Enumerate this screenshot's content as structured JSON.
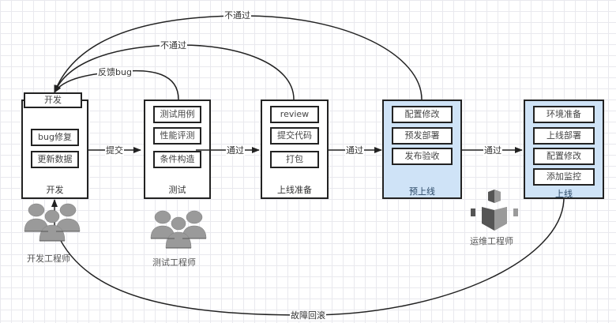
{
  "stages": [
    {
      "id": "dev",
      "title": "开发",
      "tab": "开发",
      "tasks": [
        "bug修复",
        "更新数据"
      ],
      "fill": "white"
    },
    {
      "id": "test",
      "title": "测试",
      "tasks": [
        "测试用例",
        "性能评测",
        "条件构造"
      ],
      "fill": "white"
    },
    {
      "id": "prep",
      "title": "上线准备",
      "tasks": [
        "review",
        "提交代码",
        "打包"
      ],
      "fill": "white"
    },
    {
      "id": "preprod",
      "title": "预上线",
      "tasks": [
        "配置修改",
        "预发部署",
        "发布验收"
      ],
      "fill": "blue"
    },
    {
      "id": "prod",
      "title": "上线",
      "tasks": [
        "环境准备",
        "上线部署",
        "配置修改",
        "添加监控"
      ],
      "fill": "blue"
    }
  ],
  "edges": {
    "dev_to_test": "提交",
    "test_to_prep": "通过",
    "prep_to_preprod": "通过",
    "preprod_to_prod": "通过",
    "test_feedback": "反馈bug",
    "prep_reject": "不通过",
    "preprod_reject": "不通过",
    "rollback": "故障回滚"
  },
  "roles": {
    "dev": "开发工程师",
    "test": "测试工程师",
    "ops": "运维工程师"
  },
  "colors": {
    "stage_blue": "#cfe3f7",
    "border": "#222222",
    "icon_gray": "#9a9a9a"
  }
}
